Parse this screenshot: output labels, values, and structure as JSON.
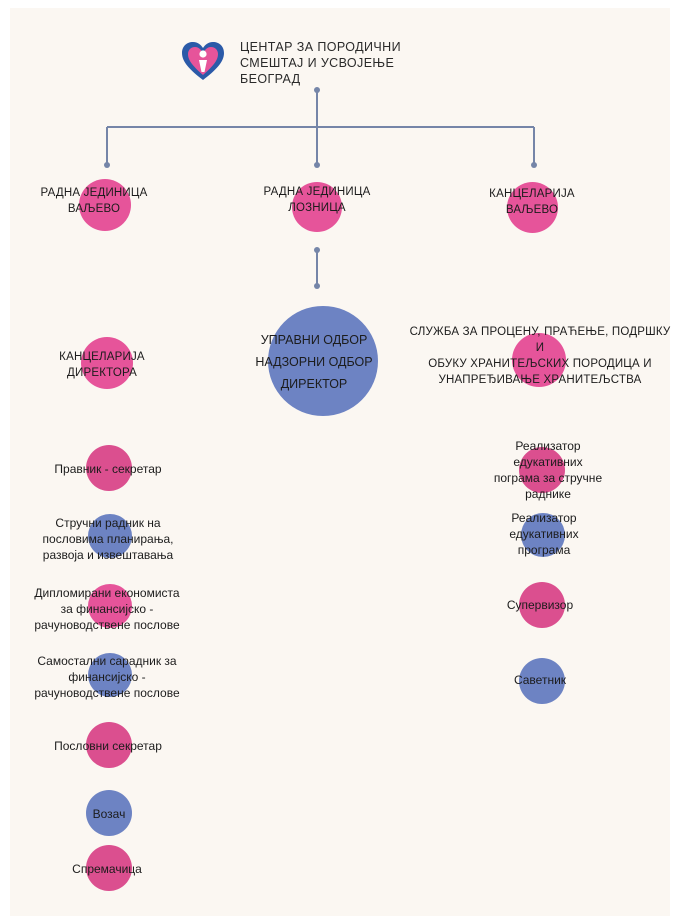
{
  "colors": {
    "pink": "#e6549a",
    "blue": "#6d83c3",
    "connector": "#7585a8",
    "background": "#fbf7f2"
  },
  "header": {
    "logo_icon": "heart-figure-logo-icon",
    "title": "ЦЕНТАР ЗА ПОРОДИЧНИ\nСМЕШТАЈ И УСВОЈЕЊЕ\nБЕОГРАД"
  },
  "units": [
    {
      "label": "РАДНА ЈЕДИНИЦА\nВАЉЕВО",
      "color": "pink"
    },
    {
      "label": "РАДНА ЈЕДИНИЦА\nЛОЗНИЦА",
      "color": "pink"
    },
    {
      "label": "КАНЦЕЛАРИЈА\nВАЉЕВО",
      "color": "pink"
    }
  ],
  "governance": {
    "label": "УПРАВНИ ОДБОР\nНАДЗОРНИ ОДБОР\nДИРЕКТОР",
    "color": "blue"
  },
  "left_column": {
    "heading": {
      "label": "КАНЦЕЛАРИЈА\nДИРЕКТОРА",
      "color": "pink"
    },
    "items": [
      {
        "label": "Правник - секретар",
        "color": "pink"
      },
      {
        "label": "Стручни радник на\nпословима планирања,\nразвоја и извештавања",
        "color": "blue"
      },
      {
        "label": "Дипломирани економиста\nза финансијско -\nрачуноводствене послове",
        "color": "pink"
      },
      {
        "label": "Самостални сарадник за\nфинансијско -\nрачуноводствене послове",
        "color": "blue"
      },
      {
        "label": "Пословни секретар",
        "color": "pink"
      },
      {
        "label": "Возач",
        "color": "blue"
      },
      {
        "label": "Спремачица",
        "color": "pink"
      }
    ]
  },
  "right_column": {
    "heading": {
      "label": "СЛУЖБА ЗА ПРОЦЕНУ, ПРАЋЕЊЕ, ПОДРШКУ И\nОБУКУ ХРАНИТЕЉСКИХ ПОРОДИЦА И\nУНАПРЕЂИВАЊЕ ХРАНИТЕЉСТВА",
      "color": "pink"
    },
    "items": [
      {
        "label": "Реализатор едукативних\nпограма за стручне раднике",
        "color": "pink"
      },
      {
        "label": "Реализатор едукативних\nпрограма",
        "color": "blue"
      },
      {
        "label": "Супервизор",
        "color": "pink"
      },
      {
        "label": "Саветник",
        "color": "blue"
      }
    ]
  }
}
